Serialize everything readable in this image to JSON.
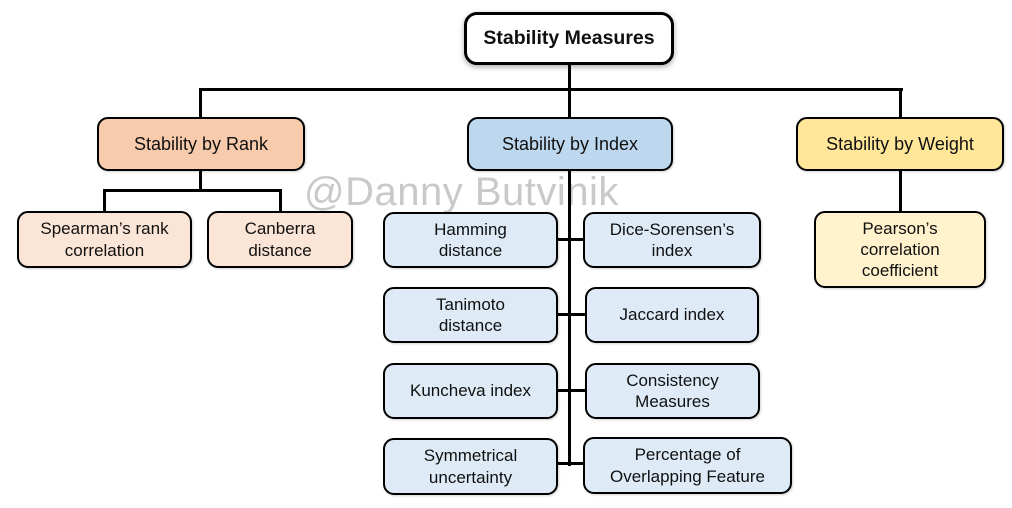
{
  "diagram": {
    "watermark": "@Danny Butvinik",
    "colors": {
      "rank_header": "#F8CBAD",
      "rank_leaf": "#FBE5D6",
      "index_header": "#BDD7EE",
      "index_leaf": "#DEEBF7",
      "weight_header": "#FFE699",
      "weight_leaf": "#FFF2CC",
      "line": "#000000",
      "root_fill": "#FFFFFF",
      "watermark_color": "#C9C9C9"
    },
    "root": {
      "label": "Stability Measures"
    },
    "branches": [
      {
        "label": "Stability by Rank",
        "children": [
          {
            "label": "Spearman’s rank\ncorrelation"
          },
          {
            "label": "Canberra\ndistance"
          }
        ]
      },
      {
        "label": "Stability by Index",
        "children": [
          {
            "label": "Hamming\ndistance"
          },
          {
            "label": "Dice-Sorensen’s\nindex"
          },
          {
            "label": "Tanimoto\ndistance"
          },
          {
            "label": "Jaccard index"
          },
          {
            "label": "Kuncheva index"
          },
          {
            "label": "Consistency\nMeasures"
          },
          {
            "label": "Symmetrical\nuncertainty"
          },
          {
            "label": "Percentage of\nOverlapping Feature"
          }
        ]
      },
      {
        "label": "Stability by Weight",
        "children": [
          {
            "label": "Pearson’s\ncorrelation\ncoefficient"
          }
        ]
      }
    ]
  }
}
